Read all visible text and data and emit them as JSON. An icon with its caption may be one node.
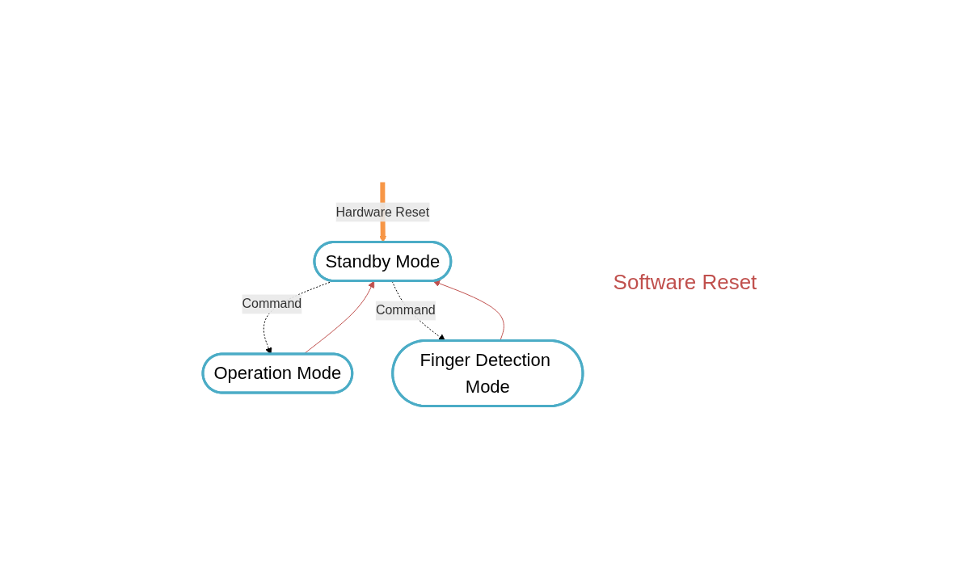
{
  "diagram": {
    "nodes": [
      {
        "text": [
          "Standby Mode"
        ]
      },
      {
        "text": [
          "Operation Mode"
        ]
      },
      {
        "text": [
          "Finger Detection Mode"
        ]
      }
    ],
    "edges": [
      {
        "from": null,
        "to": 0,
        "arrow": "to",
        "label": "Hardware Reset",
        "style": "thick",
        "color": "#f79646"
      },
      {
        "from": 0,
        "to": 1,
        "arrow": "to",
        "label": "Command",
        "style": "dashed"
      },
      {
        "from": 0,
        "to": 2,
        "arrow": "to",
        "label": "Command",
        "style": "dashed"
      },
      {
        "from": 1,
        "to": 0,
        "arrow": "to",
        "color": "#c0504d"
      },
      {
        "from": 2,
        "to": 0,
        "arrow": "to",
        "color": "#c0504d"
      }
    ],
    "labels": [
      "Software Reset"
    ]
  }
}
